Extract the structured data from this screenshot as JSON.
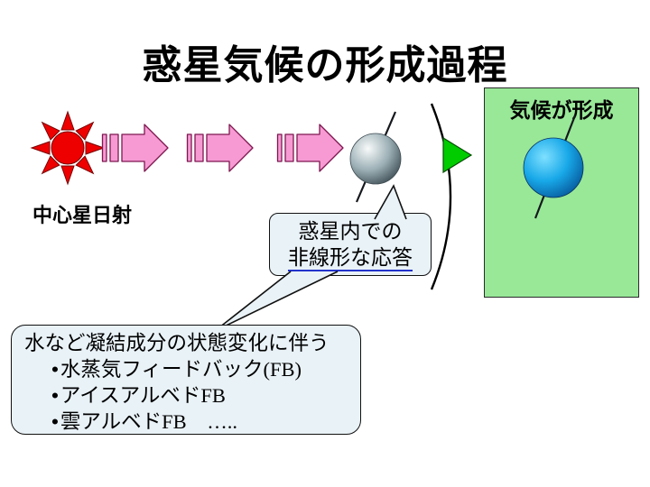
{
  "slide": {
    "title": "惑星気候の形成過程"
  },
  "labels": {
    "insolation": "中心星日射",
    "climate_formed": "気候が形成"
  },
  "callout": {
    "line1": "惑星内での",
    "line2": "非線形な応答"
  },
  "feedback_box": {
    "heading": "水など凝結成分の状態変化に伴う",
    "items": [
      {
        "bullet": "•",
        "text": "水蒸気フィードバック",
        "suffix": "(FB)"
      },
      {
        "bullet": "•",
        "text": "アイスアルベド",
        "suffix": "FB"
      },
      {
        "bullet": "•",
        "text": "雲アルベド",
        "suffix": "FB　….."
      }
    ]
  },
  "icons": {
    "sun": "sun-icon",
    "process_arrow": "striped-right-arrow-icon",
    "planet_gray": "planet-gray-sphere-icon",
    "planet_blue": "planet-blue-sphere-icon",
    "result_triangle": "green-triangle-icon",
    "bracket": "grouping-bracket"
  },
  "colors": {
    "sun_red": "#ee0000",
    "arrow_pink": "#f79ad3",
    "triangle_green": "#00cc00",
    "panel_green": "#98e898",
    "box_azure": "#e9f2f7",
    "underline_blue": "#2233cc"
  }
}
